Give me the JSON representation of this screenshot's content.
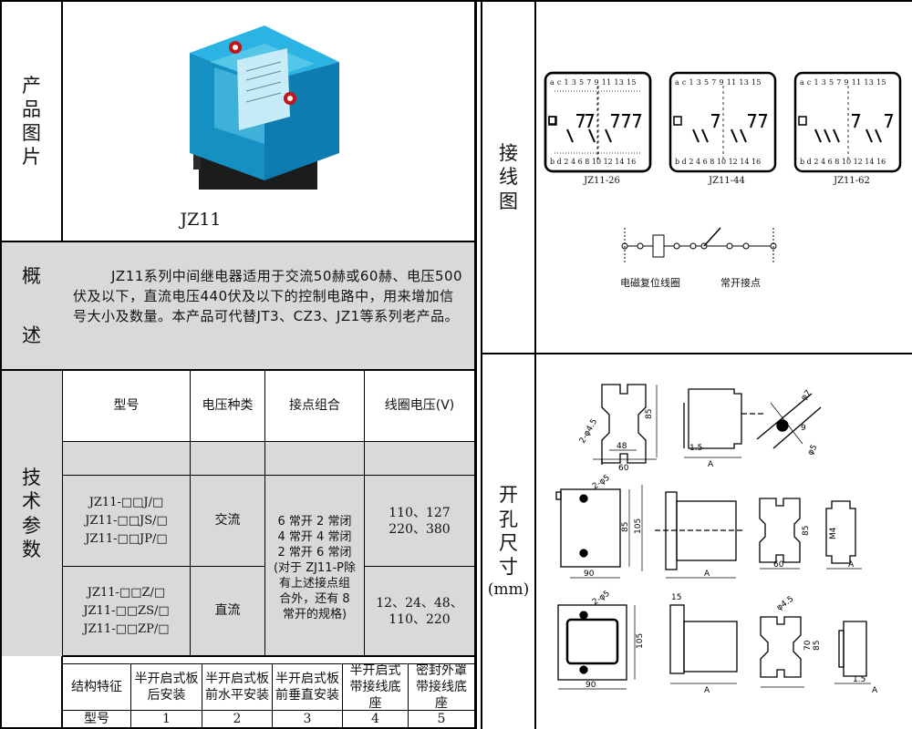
{
  "left": {
    "photo_label": [
      "产",
      "品",
      "图",
      "片"
    ],
    "product_name": "JZ11",
    "overview_label": [
      "概",
      "述"
    ],
    "overview_text": "JZ11系列中间继电器适用于交流50赫或60赫、电压500伏及以下，直流电压440伏及以下的控制电路中，用来增加信号大小及数量。本产品可代替JT3、CZ3、JZ1等系列老产品。",
    "specs_label": [
      "技",
      "术",
      "参",
      "数"
    ],
    "table": {
      "headers": [
        "型号",
        "电压种类",
        "接点组合",
        "线圈电压(V)"
      ],
      "ac_models": [
        "JZ11-□□J/□",
        "JZ11-□□JS/□",
        "JZ11-□□JP/□"
      ],
      "ac_voltage_type": "交流",
      "ac_coil": [
        "110、127",
        "220、380"
      ],
      "dc_models": [
        "JZ11-□□Z/□",
        "JZ11-□□ZS/□",
        "JZ11-□□ZP/□"
      ],
      "dc_voltage_type": "直流",
      "dc_coil": [
        "12、24、48、",
        "110、220"
      ],
      "contacts": [
        "6 常开 2 常闭",
        "4 常开 4 常闭",
        "2 常开 6 常闭",
        "(对于 ZJ11-P除",
        "有上述接点组",
        "合外，还有 8",
        "常开的规格)"
      ]
    },
    "structure": {
      "label": "结构特征",
      "items": [
        "半开启式板后安装",
        "半开启式板前水平安装",
        "半开启式板前垂直安装",
        "半开启式带接线底座",
        "密封外罩带接线底座"
      ],
      "model_label": "型号",
      "numbers": [
        "1",
        "2",
        "3",
        "4",
        "5"
      ]
    }
  },
  "right": {
    "wiring_label": [
      "接",
      "线",
      "图"
    ],
    "diagrams": [
      "JZ11-26",
      "JZ11-44",
      "JZ11-62"
    ],
    "terminal_top": "a c 1 3 5 7 9 11 13 15",
    "terminal_bottom": "b d 2 4 6 8 10 12 14 16",
    "legend_coil": "电磁复位线圈",
    "legend_contact": "常开接点",
    "cutout_label": [
      "开",
      "孔",
      "尺",
      "寸"
    ],
    "cutout_unit": "(mm)",
    "dims": {
      "d1": "85",
      "w1": "60",
      "w1b": "48",
      "hole1": "2-φ4.5",
      "a": "A",
      "t15": "1.5",
      "phi7": "φ7",
      "phi5": "φ5",
      "d9": "9",
      "w2": "90",
      "h2a": "85",
      "h2b": "105",
      "hole2": "2-φ5",
      "w3": "60",
      "h3": "85",
      "m4": "M4",
      "d15": "15",
      "h4a": "70",
      "h4b": "85",
      "hole4": "φ4.5"
    }
  }
}
